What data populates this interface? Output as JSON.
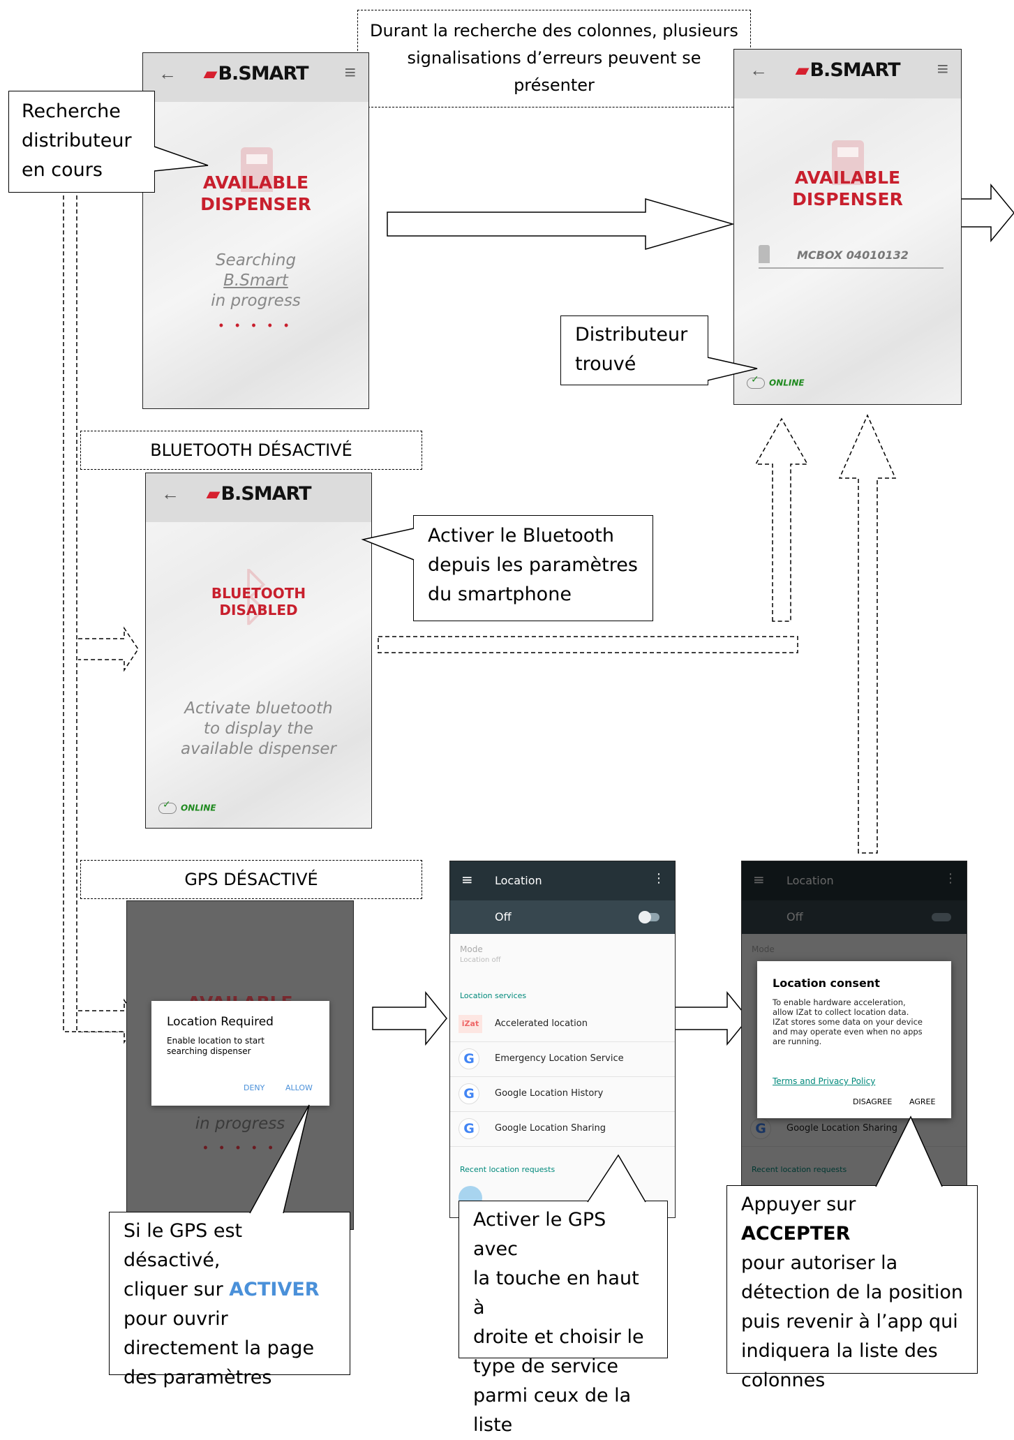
{
  "header_note": {
    "lines": [
      "Durant la recherche des colonnes, plusieurs",
      "signalisations d’erreurs peuvent se",
      "présenter"
    ]
  },
  "callouts": {
    "searching": [
      "Recherche",
      "distributeur",
      "en cours"
    ],
    "found": [
      "Distributeur",
      "trouvé"
    ],
    "bluetooth": [
      "Activer le Bluetooth",
      "depuis les paramètres",
      "du smartphone"
    ],
    "gps_allow": {
      "l1": "Si le GPS est désactivé,",
      "l2_prefix": "cliquer sur ",
      "l2_highlight": "ACTIVER",
      "l3": "pour ouvrir",
      "l4": "directement la page",
      "l5": "des paramètres",
      "highlight_color": "#4a90d9"
    },
    "gps_settings": [
      "Activer le GPS avec",
      "la touche en haut à",
      "droite et choisir le",
      "type de service",
      "parmi ceux de la liste"
    ],
    "agree": {
      "l1_prefix": "Appuyer sur ",
      "l1_bold": "ACCEPTER",
      "l2": "pour autoriser la",
      "l3": "détection de la position",
      "l4": "puis revenir à l’app qui",
      "l5": "indiquera la liste des",
      "l6": "colonnes"
    }
  },
  "section_labels": {
    "bluetooth": "BLUETOOTH DÉSACTIVÉ",
    "gps": "GPS DÉSACTIVÉ"
  },
  "bsmart": {
    "logo": "B.SMART",
    "back": "←",
    "menu": "≡",
    "brand_color": "#d6202f",
    "searching": {
      "title1": "AVAILABLE",
      "title2": "DISPENSER",
      "line1": "Searching",
      "line2": "B.Smart",
      "line3": "in progress",
      "dots": "• • • • •"
    },
    "found": {
      "title1": "AVAILABLE",
      "title2": "DISPENSER",
      "dispenser": "MCBOX 04010132",
      "online": "ONLINE"
    },
    "bluetooth": {
      "title1": "BLUETOOTH",
      "title2": "DISABLED",
      "line1": "Activate bluetooth",
      "line2": "to display the",
      "line3": "available dispenser",
      "online": "ONLINE"
    },
    "gps": {
      "bg_title": "AVAILABLE",
      "bg_line": "in progress",
      "dialog_title": "Location Required",
      "dialog_line1": "Enable location to start",
      "dialog_line2": "searching dispenser",
      "deny": "DENY",
      "allow": "ALLOW"
    }
  },
  "location_settings": {
    "title": "Location",
    "toggle_label": "Off",
    "mode_label": "Mode",
    "mode_value": "Location off",
    "services_header": "Location services",
    "items": [
      "Accelerated location",
      "Emergency Location Service",
      "Google Location History",
      "Google Location Sharing"
    ],
    "recent_header": "Recent location requests",
    "accent_color": "#00897b"
  },
  "consent_dialog": {
    "title": "Location consent",
    "body": [
      "To enable hardware acceleration,",
      "allow IZat to collect location data.",
      "IZat stores some data on your device",
      "and may operate even when no apps",
      "are running."
    ],
    "link": "Terms and Privacy Policy",
    "disagree": "DISAGREE",
    "agree": "AGREE"
  }
}
